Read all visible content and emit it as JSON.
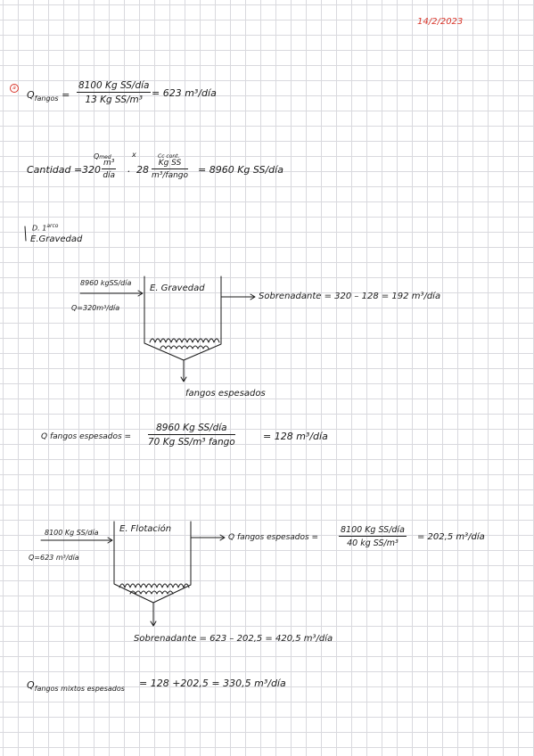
{
  "date": "14/2/2023",
  "marker": "a",
  "eq1": {
    "lhs": "Q",
    "lhs_sub": "fangos",
    "eq": "=",
    "num": "8100 Kg SS/día",
    "den": "13 Kg SS/m³",
    "rhs": "= 623  m³/día"
  },
  "eq2": {
    "label": "Cantidad =",
    "ann_q": "Q",
    "ann_q_sub": "med",
    "ann_x": "x",
    "ann_c": "Cc cont.",
    "v1": "320",
    "u1_num": "m³",
    "u1_den": "día",
    "dot": ".",
    "v2": "28",
    "u2_num": "Kg SS",
    "u2_den": "m³/fango",
    "rhs": "= 8960  Kg SS/día"
  },
  "notes": {
    "line1": "D. 1",
    "line1_sup": "arco",
    "line2": "E.Gravedad"
  },
  "grav": {
    "in1": "8960 kgSS/día",
    "in2": "Q=320m³/día",
    "name": "E. Gravedad",
    "sobre": "Sobrenadante = 320 – 128 = 192  m³/día",
    "fangos": "fangos  espesados"
  },
  "eq3": {
    "lhs": "Q fangos espesados =",
    "num": "8960  Kg SS/día",
    "den": "70   Kg SS/m³ fango",
    "rhs": "=    128  m³/día"
  },
  "flot": {
    "in1": "8100 Kg SS/día",
    "in2": "Q=623 m³/día",
    "name": "E. Flotación",
    "out_lhs": "Q  fangos  espesados =",
    "out_num": "8100 Kg SS/día",
    "out_den": "40 kg SS/m³",
    "out_rhs": "= 202,5 m³/día",
    "sobre": "Sobrenadante  =  623 – 202,5 = 420,5 m³/día"
  },
  "eq4": {
    "lhs": "Q",
    "lhs_sub": "fangos  mixtos espesados",
    "rhs": "=  128 +202,5 = 330,5  m³/día"
  }
}
